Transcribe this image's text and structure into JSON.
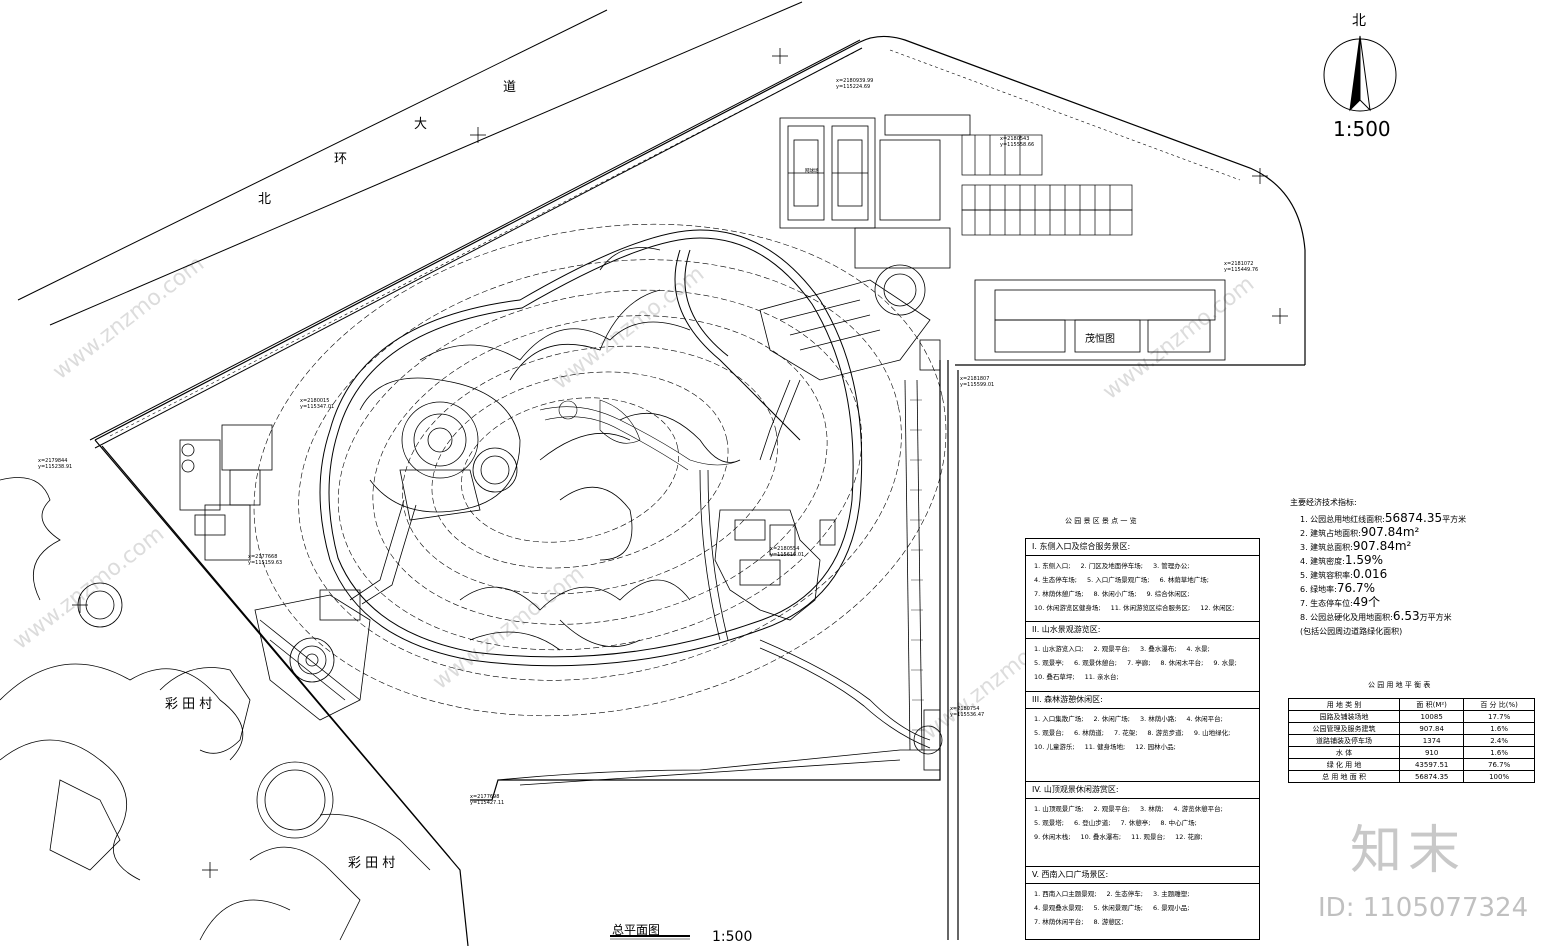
{
  "watermark": {
    "brand": "知末",
    "id": "ID: 1105077324",
    "diagonal": "www.znzmo.com"
  },
  "north_arrow": {
    "label": "北",
    "scale": "1:500"
  },
  "roads": {
    "main_road_chars": [
      "北",
      "环",
      "大",
      "道"
    ],
    "village_top": "彩 田 村",
    "village_bottom": "彩 田 村"
  },
  "plan": {
    "title": "总平面图",
    "scale": "1:500"
  },
  "labels": {
    "courts": "网球场",
    "building": "茂恒图"
  },
  "legend": {
    "title": "公 园 景 区 景 点 一 览",
    "sections": [
      {
        "head": "I. 东侧入口及综合服务景区:",
        "items": [
          "1. 东侧入口;",
          "2. 门区及地面停车场;",
          "3. 管理办公;",
          "4. 生态停车场;",
          "5. 入口广场景观广场;",
          "6. 林荫草地广场;",
          "7. 林荫休憩广场;",
          "8. 休闲小广场;",
          "9. 综合休闲区;",
          "10. 休闲游览区健身场;",
          "11. 休闲游览区综合服务区;",
          "12. 休闲区;"
        ]
      },
      {
        "head": "II. 山水景观游览区:",
        "items": [
          "1. 山水游览入口;",
          "2. 观景平台;",
          "3. 叠水瀑布;",
          "4. 水景;",
          "5. 观景亭;",
          "6. 观景休憩台;",
          "7. 亭廊;",
          "8. 休闲木平台;",
          "9. 水景;",
          "10. 叠石草坪;",
          "11. 亲水台;"
        ]
      },
      {
        "head": "III. 森林游憩休闲区:",
        "items": [
          "1. 入口集散广场;",
          "2. 休闲广场;",
          "3. 林荫小路;",
          "4. 休闲平台;",
          "5. 观景台;",
          "6. 林荫道;",
          "7. 花架;",
          "8. 游览步道;",
          "9. 山地绿化;",
          "10. 儿童游乐;",
          "11. 健身场地;",
          "12. 园林小品;"
        ]
      },
      {
        "head": "IV. 山顶观景休闲游赏区:",
        "items": [
          "1. 山顶观景广场;",
          "2. 观景平台;",
          "3. 林荫;",
          "4. 游览休憩平台;",
          "5. 观景塔;",
          "6. 登山步道;",
          "7. 休憩亭;",
          "8. 中心广场;",
          "9. 休闲木栈;",
          "10. 叠水瀑布;",
          "11. 观景台;",
          "12. 花廊;"
        ]
      },
      {
        "head": "V. 西南入口广场景区:",
        "items": [
          "1. 西南入口主题景观;",
          "2. 生态停车;",
          "3. 主题雕塑;",
          "4. 景观叠水景观;",
          "5. 休闲景观广场;",
          "6. 景观小品;",
          "7. 林荫休闲平台;",
          "8. 游憩区;"
        ]
      }
    ]
  },
  "spec": {
    "title": "主要经济技术指标:",
    "lines": [
      {
        "pre": "1. 公园总用地红线面积:",
        "big": "56874.35",
        "post": "平方米"
      },
      {
        "pre": "2. 建筑占地面积:",
        "big": "907.84m²",
        "post": ""
      },
      {
        "pre": "3. 建筑总面积:",
        "big": "907.84m²",
        "post": ""
      },
      {
        "pre": "4. 建筑密度:",
        "big": "1.59%",
        "post": ""
      },
      {
        "pre": "5. 建筑容积率:",
        "big": "0.016",
        "post": ""
      },
      {
        "pre": "6. 绿地率:",
        "big": "76.7%",
        "post": ""
      },
      {
        "pre": "7. 生态停车位:",
        "big": "49个",
        "post": ""
      },
      {
        "pre": "8. 公园总硬化及用地面积:",
        "big": "6.53",
        "post": "万平方米"
      },
      {
        "pre": "(包括公园周边道路绿化面积)",
        "big": "",
        "post": ""
      }
    ]
  },
  "balance": {
    "title": "公 园 用 地 平 衡 表",
    "headers": [
      "用 地 类 别",
      "面 积(M²)",
      "百 分 比(%)"
    ],
    "rows": [
      [
        "园路及铺装场地",
        "10085",
        "17.7%"
      ],
      [
        "公园管理及服务建筑",
        "907.84",
        "1.6%"
      ],
      [
        "道路铺装及停车场",
        "1374",
        "2.4%"
      ],
      [
        "水 体",
        "910",
        "1.6%"
      ],
      [
        "绿 化 用 地",
        "43597.51",
        "76.7%"
      ],
      [
        "总 用 地 面 积",
        "56874.35",
        "100%"
      ]
    ]
  },
  "coords": [
    "x=2179844",
    "y=115238.91",
    "x=2180015",
    "y=115347.01",
    "x=2177668",
    "y=115159.63",
    "x=2180939.99",
    "y=115224.69",
    "x=2181072",
    "y=115449.76",
    "x=2180543",
    "y=115558.66",
    "x=2181807",
    "y=115599.01",
    "x=2180554",
    "y=115616.01",
    "x=2177698",
    "y=115427.11",
    "x=2180754",
    "y=115536.47"
  ]
}
